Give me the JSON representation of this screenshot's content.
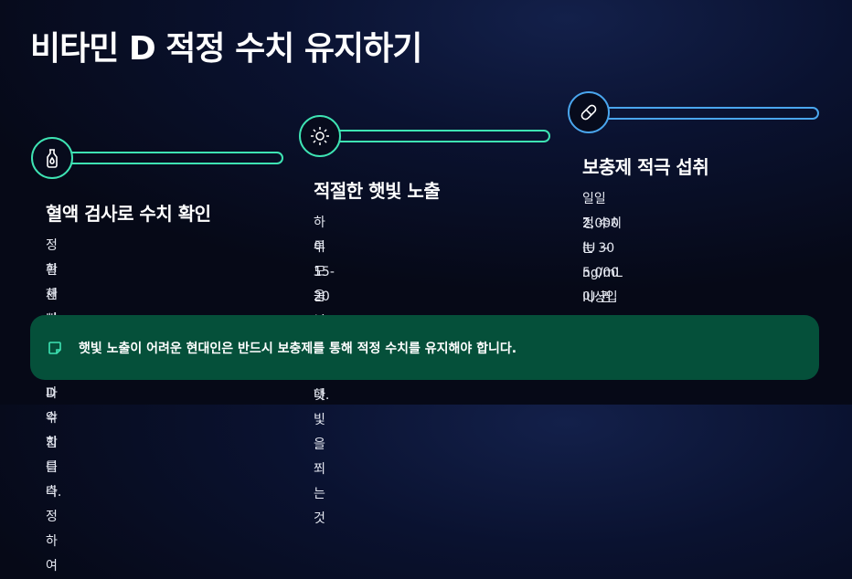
{
  "title": "비타민 D 적정 수치 유지하기",
  "steps": [
    {
      "icon": "blood-drop-icon",
      "heading": "혈액 검사로 수치 확인",
      "desc_line1": "정확한 비타민 D 수치를 측정하여",
      "desc_line2": "현재 상태를 파악합니다."
    },
    {
      "icon": "sun-icon",
      "heading": "적절한 햇빛 노출",
      "desc_line1": "하루 15-20분 정도 햇빛을 쬐는 것",
      "desc_line2": "이 도움이 됩니다."
    },
    {
      "icon": "capsule-icon",
      "heading": "보충제 적극 섭취",
      "desc_line1": "일일 2,000 IU ~ 5,000 IU 권장. 적",
      "desc_line2": "정 수치는 30 ng/mL 이상입니다."
    }
  ],
  "tip": {
    "icon": "note-icon",
    "text": "햇빛 노출이 어려운 현대인은 반드시 보충제를 통해 적정 수치를 유지해야 합니다."
  },
  "colors": {
    "green_accent": "#3ee3b3",
    "blue_accent": "#4aa6ee",
    "tip_background": "#05503a"
  }
}
